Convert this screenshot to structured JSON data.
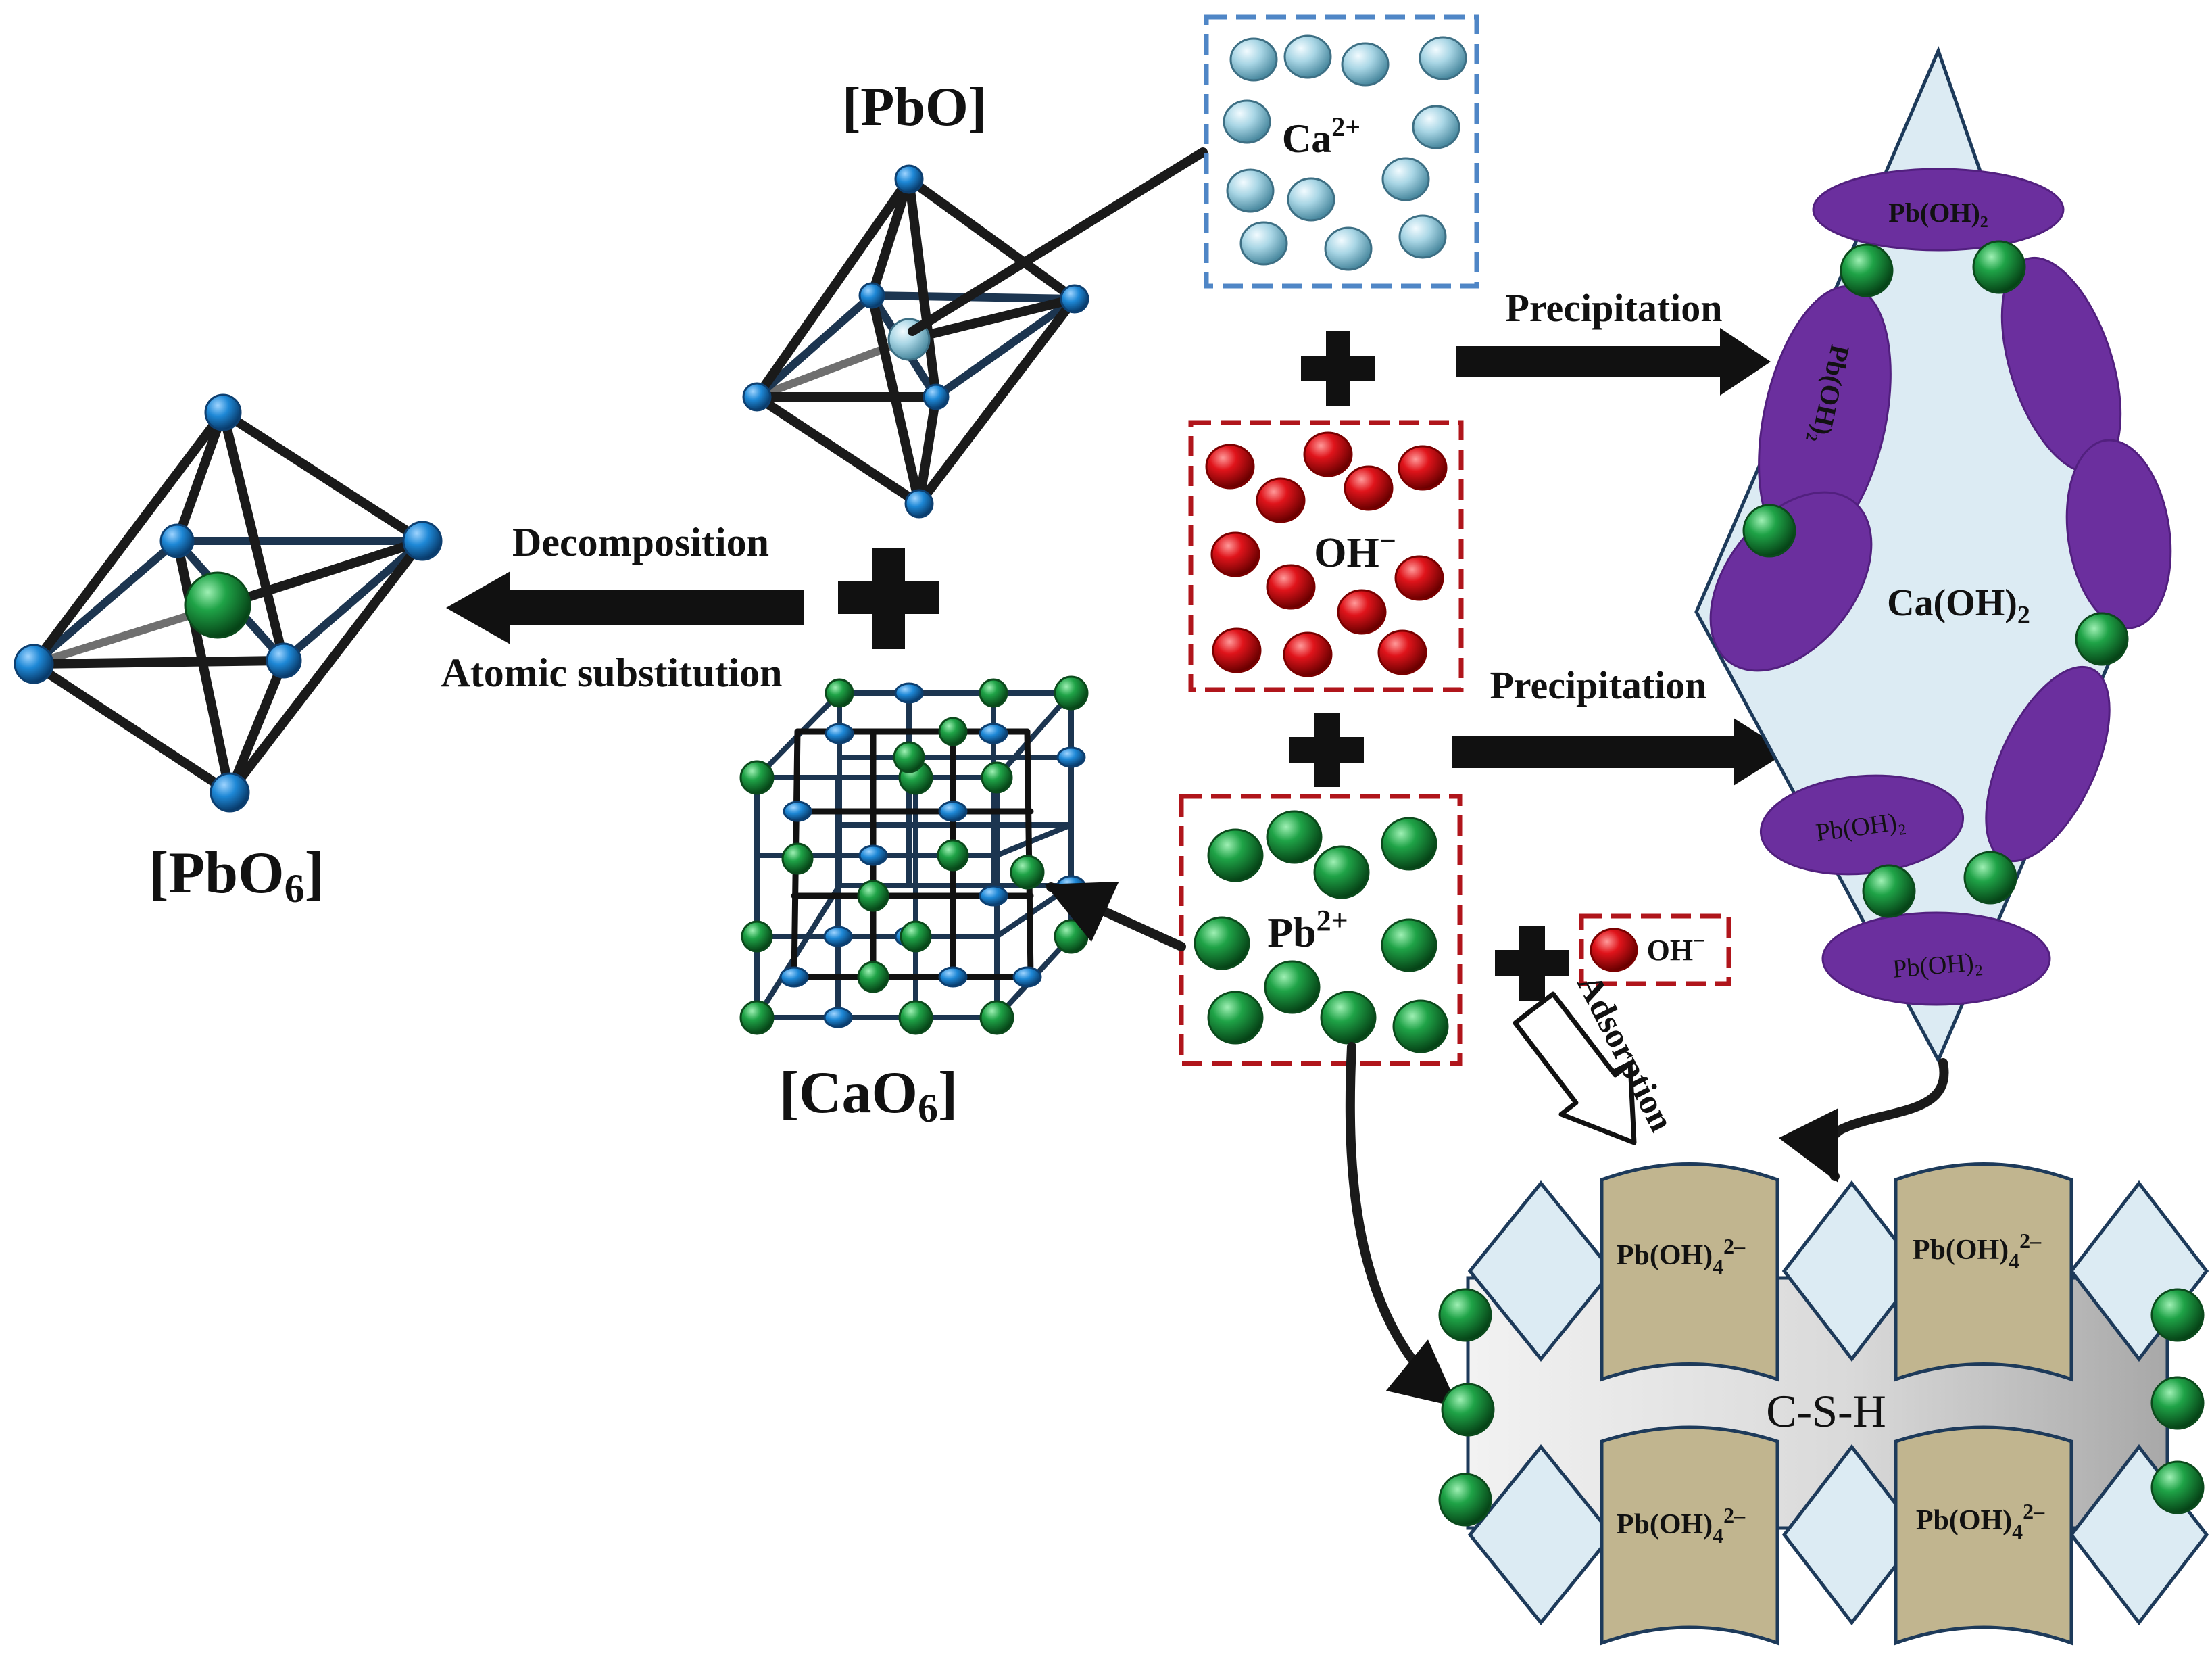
{
  "labels": {
    "pbo": "[PbO]",
    "pbo6_main": "[PbO",
    "pbo6_sub": "6",
    "pbo6_close": "]",
    "cao6_main": "[CaO",
    "cao6_sub": "6",
    "cao6_close": "]",
    "ca_main": "Ca",
    "ca_sup": "2+",
    "oh_main": "OH",
    "oh_sup": "−",
    "pb_main": "Pb",
    "pb_sup": "2+",
    "oh_small_main": "OH",
    "oh_small_sup": "−",
    "decomposition": "Decomposition",
    "atomic_substitution": "Atomic substitution",
    "precipitation_top": "Precipitation",
    "precipitation_bottom": "Precipitation",
    "adsorption": "Adsorption",
    "caoh2_main": "Ca(OH)",
    "caoh2_sub": "2",
    "pboh2_top": "Pb(OH)₂",
    "pboh2_left": "Pb(OH)₂",
    "pboh2_lower": "Pb(OH)₂",
    "pboh2_bottom": "Pb(OH)₂",
    "csh": "C-S-H",
    "pboh4_main": "Pb(OH)",
    "pboh4_sub": "4",
    "pboh4_sup": "2–"
  },
  "colors": {
    "calcium_ion": "#a9d6e5",
    "hydroxide_ion": "#e0141b",
    "lead_ion": "#1fa347",
    "oxygen_atom": "#1e88d6",
    "pboh2_flake": "#6b2f9e",
    "caoh2_crystal": "#dcebf3",
    "pboh4_block": "#c1b58f"
  }
}
